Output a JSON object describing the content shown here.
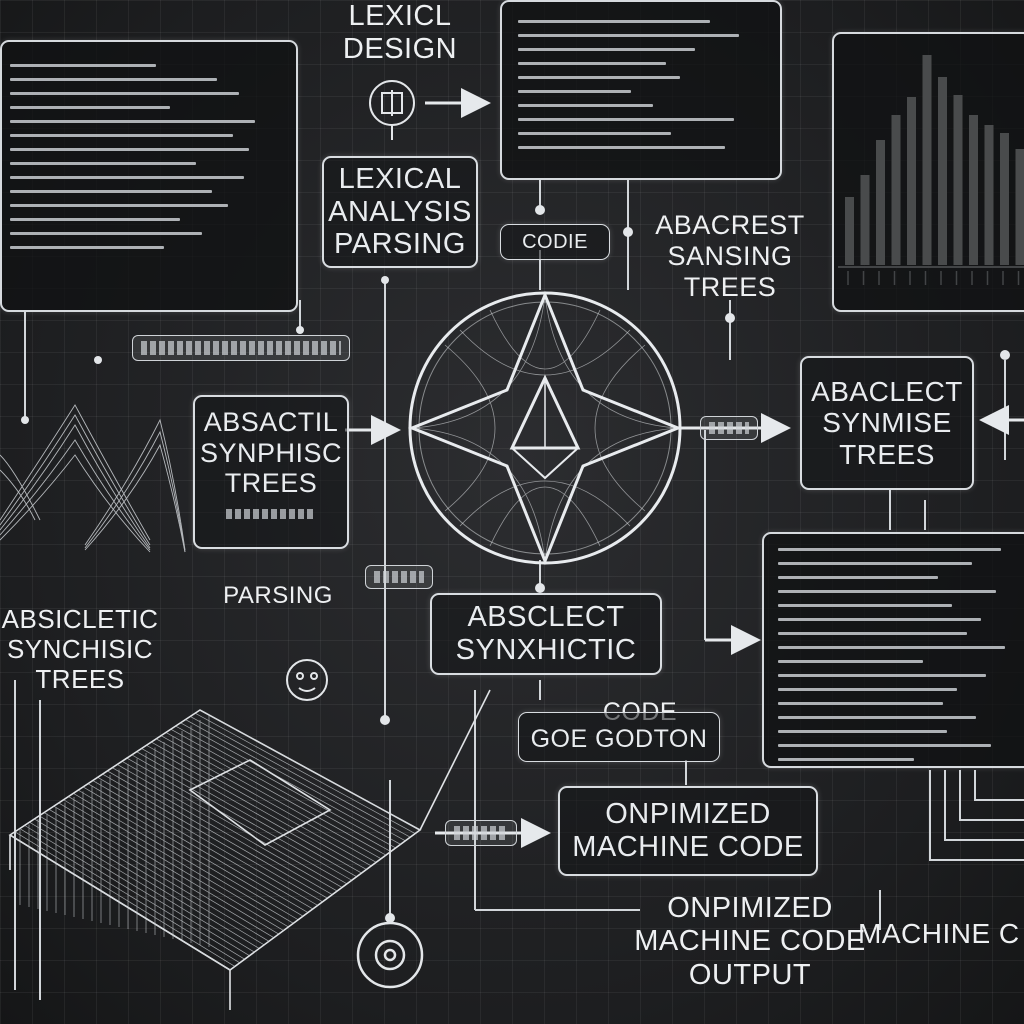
{
  "labels": {
    "lexical_design_1": "LEXICL",
    "lexical_design_2": "DESIGN",
    "lexical_analysis_1": "LEXICAL",
    "lexical_analysis_2": "ANALYSIS",
    "lexical_analysis_3": "PARSING",
    "code_small": "CODIE",
    "abacrest_1": "ABACREST",
    "abacrest_2": "SANSING",
    "abacrest_3": "TREES",
    "absactil_1": "ABSACTIL",
    "absactil_2": "SYNPHISC",
    "absactil_3": "TREES",
    "abaclect_1": "ABACLECT",
    "abaclect_2": "SYNMISE",
    "abaclect_3": "TREES",
    "parsing": "PARSING",
    "absicletic_1": "ABSICLETIC",
    "absicletic_2": "SYNCHISIC",
    "absicletic_3": "TREES",
    "absclect_1": "ABSCLECT",
    "absclect_2": "SYNXHICTIC",
    "code_gen_1": "CODE",
    "code_gen_2": "GOE GODTON",
    "opt_machine_1": "ONPIMIZED",
    "opt_machine_2": "MACHINE CODE",
    "output_1": "ONPIMIZED",
    "output_2": "MACHINE CODE",
    "output_3": "OUTPUT",
    "machine_right": "MACHINE C"
  },
  "colors": {
    "background": "#1d1e20",
    "line": "#d9dde1",
    "text": "#eef0f2"
  }
}
